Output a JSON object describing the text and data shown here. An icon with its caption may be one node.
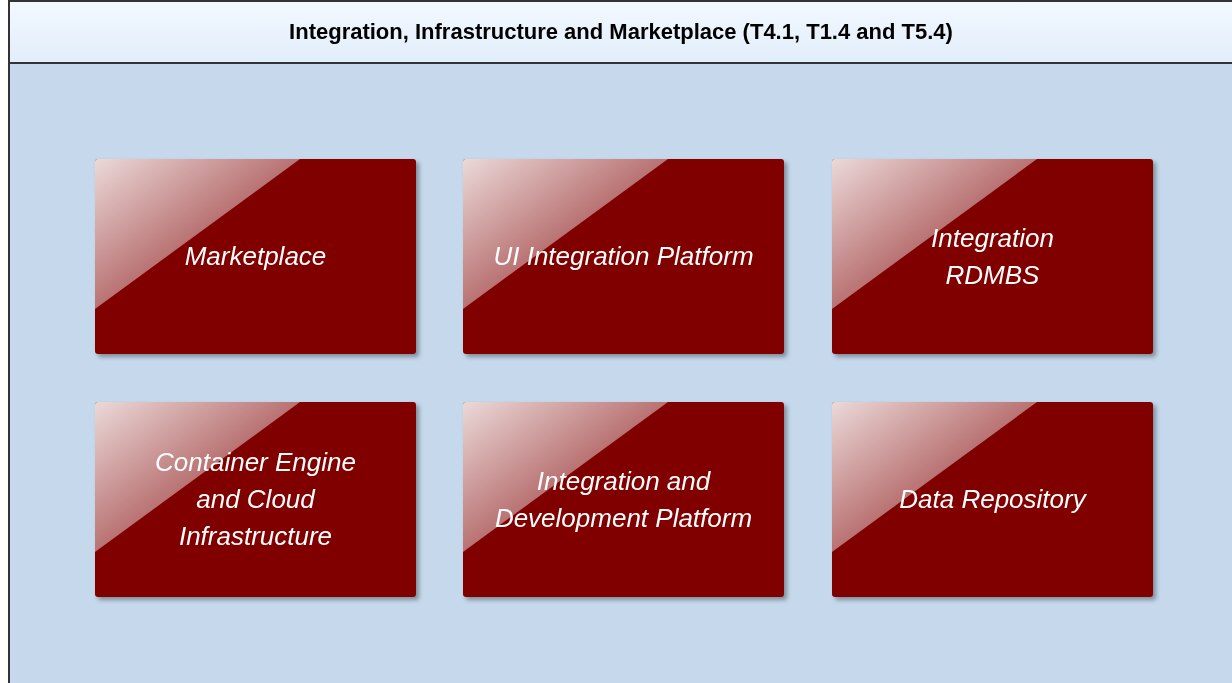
{
  "diagram": {
    "nodes": [
      {
        "text": [
          "Integration, Infrastructure and Marketplace (T4.1, T1.4 and T5.4)"
        ]
      },
      {
        "text": [
          "Marketplace"
        ],
        "in": 0
      },
      {
        "text": [
          "UI Integration Platform"
        ],
        "in": 0
      },
      {
        "text": [
          "Integration RDMBS"
        ],
        "in": 0
      },
      {
        "text": [
          "Container Engine and Cloud Infrastructure"
        ],
        "in": 0
      },
      {
        "text": [
          "Integration and Development Platform"
        ],
        "in": 0
      },
      {
        "text": [
          "Data Repository"
        ],
        "in": 0
      }
    ]
  }
}
